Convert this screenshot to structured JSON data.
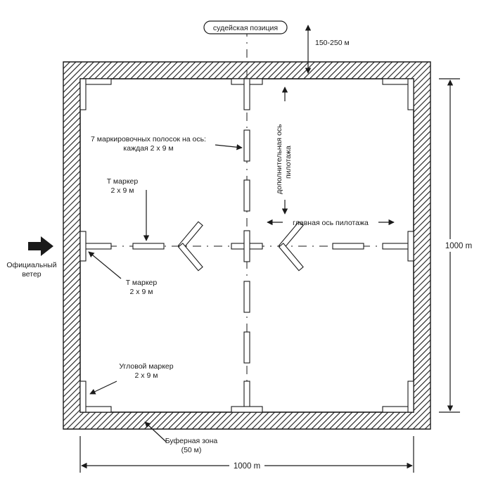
{
  "labels": {
    "judge_position": "судейская позиция",
    "judge_distance": "150-250 м",
    "seven_strips_line1": "7 маркировочных полосок на ось:",
    "seven_strips_line2": "каждая 2 x 9 м",
    "t_marker_top_line1": "T маркер",
    "t_marker_top_line2": "2 x 9 м",
    "secondary_axis_line1": "дополнительная ось",
    "secondary_axis_line2": "пилотажа",
    "main_axis": "главная ось пилотажа",
    "official_wind_line1": "Официальный",
    "official_wind_line2": "ветер",
    "t_marker_bottom_line1": "T маркер",
    "t_marker_bottom_line2": "2 x 9 м",
    "corner_marker_line1": "Угловой маркер",
    "corner_marker_line2": "2 x 9 м",
    "buffer_zone_line1": "Буферная зона",
    "buffer_zone_line2": "(50 м)",
    "dim_right": "1000 m",
    "dim_bottom": "1000 m"
  },
  "colors": {
    "ink": "#1a1a1a",
    "background": "#ffffff"
  }
}
